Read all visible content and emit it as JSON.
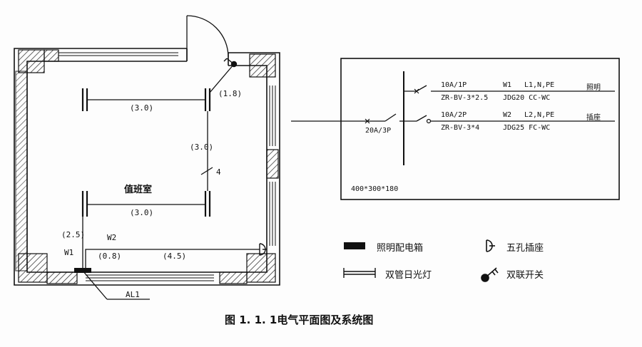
{
  "plan": {
    "room_name": "值班室",
    "dim_top_lamps": "(3.0)",
    "dim_bottom_lamps": "(3.0)",
    "dim_vertical_right": "(3.0)",
    "dim_switch": "(1.8)",
    "wire_count_mark": "4",
    "dim_left_vertical": "(2.5)",
    "dim_bottom_1": "(0.8)",
    "dim_bottom_2": "(4.5)",
    "circuit_w1": "W1",
    "circuit_w2": "W2",
    "incoming_line": "AL1"
  },
  "system": {
    "main_breaker": "20A/3P",
    "box_size": "400*300*180",
    "circuits": [
      {
        "breaker": "10A/1P",
        "cable": "ZR-BV-3*2.5",
        "id": "W1",
        "phase": "L1,N,PE",
        "conduit": "JDG20 CC-WC",
        "use": "照明"
      },
      {
        "breaker": "10A/2P",
        "cable": "ZR-BV-3*4",
        "id": "W2",
        "phase": "L2,N,PE",
        "conduit": "JDG25 FC-WC",
        "use": "插座"
      }
    ]
  },
  "legend": {
    "panel": "照明配电箱",
    "socket": "五孔插座",
    "lamp": "双管日光灯",
    "switch": "双联开关"
  },
  "caption": "图 1. 1. 1电气平面图及系统图"
}
